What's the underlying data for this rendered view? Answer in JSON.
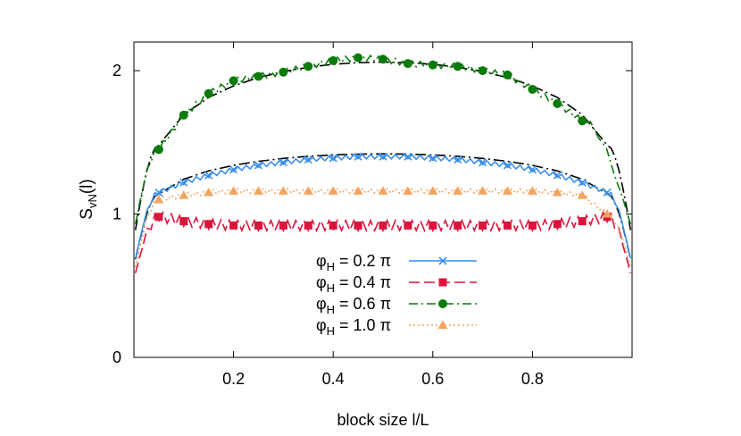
{
  "chart_data": {
    "type": "line",
    "xlabel": "block size l/L",
    "ylabel": {
      "base": "S",
      "sub": "vN",
      "suffix": "(l)"
    },
    "xlim": [
      0,
      1
    ],
    "ylim": [
      0,
      2.2
    ],
    "xticks": [
      {
        "v": 0.2,
        "label": "0.2"
      },
      {
        "v": 0.4,
        "label": "0.4"
      },
      {
        "v": 0.6,
        "label": "0.6"
      },
      {
        "v": 0.8,
        "label": "0.8"
      }
    ],
    "yticks": [
      {
        "v": 0,
        "label": "0"
      },
      {
        "v": 1,
        "label": "1"
      },
      {
        "v": 2,
        "label": "2"
      }
    ],
    "grid": false,
    "legend_position": "bottom-center",
    "series": [
      {
        "name": "φH = 0.2 π",
        "label": {
          "symbol": "φ",
          "sub": "H",
          "rest": " = 0.2 π"
        },
        "color": "#3a8fe8",
        "dash": "",
        "marker": "cross",
        "marker_x": [
          0.05,
          0.1,
          0.15,
          0.2,
          0.25,
          0.3,
          0.35,
          0.4,
          0.45,
          0.5,
          0.55,
          0.6,
          0.65,
          0.7,
          0.75,
          0.8,
          0.85,
          0.9,
          0.95
        ],
        "y": [
          1.15,
          1.22,
          1.27,
          1.31,
          1.34,
          1.36,
          1.38,
          1.39,
          1.4,
          1.4,
          1.4,
          1.39,
          1.38,
          1.36,
          1.34,
          1.31,
          1.27,
          1.22,
          1.15
        ]
      },
      {
        "name": "φH = 0.4 π",
        "label": {
          "symbol": "φ",
          "sub": "H",
          "rest": " = 0.4 π"
        },
        "color": "#dc143c",
        "dash": "12,5",
        "marker": "square",
        "marker_x": [
          0.05,
          0.1,
          0.15,
          0.2,
          0.25,
          0.3,
          0.35,
          0.4,
          0.45,
          0.5,
          0.55,
          0.6,
          0.65,
          0.7,
          0.75,
          0.8,
          0.85,
          0.9,
          0.95
        ],
        "y": [
          0.98,
          0.95,
          0.93,
          0.92,
          0.92,
          0.92,
          0.92,
          0.92,
          0.92,
          0.92,
          0.92,
          0.92,
          0.92,
          0.92,
          0.92,
          0.92,
          0.93,
          0.95,
          0.98
        ]
      },
      {
        "name": "φH = 0.6 π",
        "label": {
          "symbol": "φ",
          "sub": "H",
          "rest": " = 0.6 π"
        },
        "color": "#0a7a0a",
        "dash": "10,4,2,4",
        "marker": "circle",
        "marker_x": [
          0.05,
          0.1,
          0.15,
          0.2,
          0.25,
          0.3,
          0.35,
          0.4,
          0.45,
          0.5,
          0.55,
          0.6,
          0.65,
          0.7,
          0.75,
          0.8,
          0.85,
          0.9
        ],
        "y": [
          1.45,
          1.69,
          1.84,
          1.93,
          1.96,
          1.99,
          2.03,
          2.07,
          2.09,
          2.08,
          2.05,
          2.04,
          2.03,
          2.0,
          1.97,
          1.87,
          1.77,
          1.65
        ]
      },
      {
        "name": "φH = 1.0 π",
        "label": {
          "symbol": "φ",
          "sub": "H",
          "rest": " = 1.0 π"
        },
        "color": "#f4a460",
        "dash": "2,3",
        "marker": "triangle",
        "marker_x": [
          0.05,
          0.1,
          0.15,
          0.2,
          0.25,
          0.3,
          0.35,
          0.4,
          0.45,
          0.5,
          0.55,
          0.6,
          0.65,
          0.7,
          0.75,
          0.8,
          0.85,
          0.9,
          0.95
        ],
        "y": [
          1.1,
          1.13,
          1.15,
          1.16,
          1.16,
          1.16,
          1.16,
          1.16,
          1.16,
          1.16,
          1.16,
          1.16,
          1.16,
          1.16,
          1.16,
          1.16,
          1.15,
          1.13,
          1.0
        ]
      }
    ],
    "fit_curves": [
      {
        "kind": "log-sine",
        "peak_x": [
          0.05,
          0.5,
          0.95
        ],
        "peak_y": [
          1.48,
          2.06,
          1.48
        ],
        "color": "#000000",
        "dash": "12,4,2,4"
      },
      {
        "kind": "log-sine",
        "peak_x": [
          0.05,
          0.5,
          0.95
        ],
        "peak_y": [
          1.14,
          1.42,
          1.14
        ],
        "color": "#000000",
        "dash": "12,4,2,4"
      }
    ]
  }
}
